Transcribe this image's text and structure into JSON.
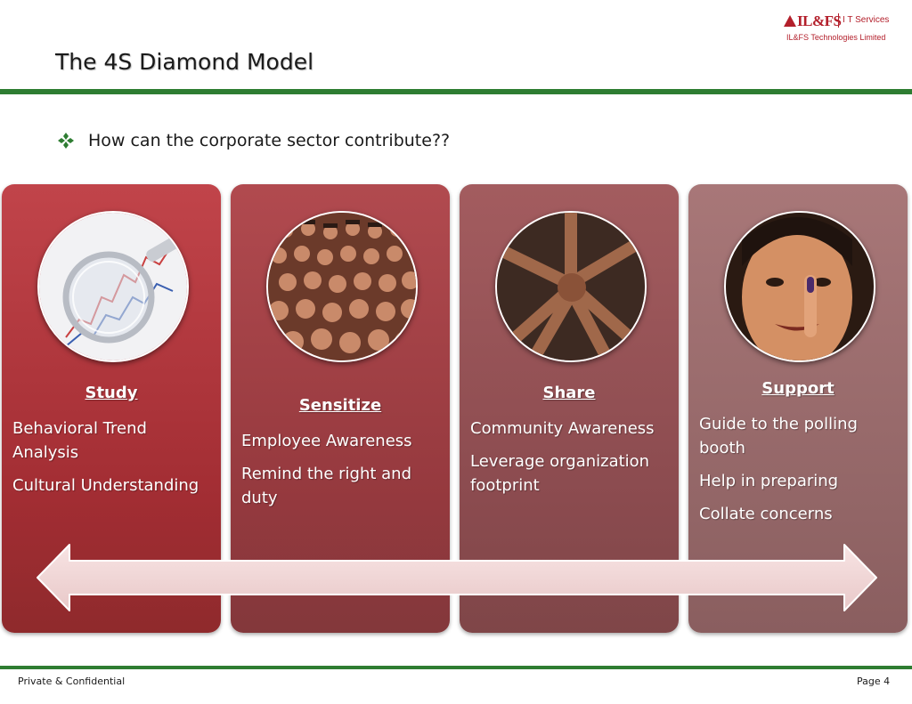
{
  "logo": {
    "mark": "IL&FS",
    "division": "I T Services",
    "company": "IL&FS Technologies Limited",
    "brand_color": "#b31f2b"
  },
  "slide": {
    "title": "The 4S Diamond Model",
    "bullet_icon": "diamond-bullet-icon",
    "bullet": "How can the corporate sector contribute??"
  },
  "panels": [
    {
      "heading": "Study",
      "image": "magnifier-chart-image",
      "lines": [
        "Behavioral Trend Analysis",
        "Cultural Understanding"
      ],
      "color": "#a22d33"
    },
    {
      "heading": "Sensitize",
      "image": "crowd-of-women-image",
      "lines": [
        "Employee Awareness",
        "Remind the right and duty"
      ],
      "color": "#95393e"
    },
    {
      "heading": "Share",
      "image": "joined-hands-image",
      "lines": [
        "Community Awareness",
        "Leverage organization footprint"
      ],
      "color": "#8b4b4f"
    },
    {
      "heading": "Support",
      "image": "inked-finger-voter-image",
      "lines": [
        "Guide to the polling booth",
        "Help in preparing",
        "Collate concerns"
      ],
      "color": "#936667"
    }
  ],
  "footer": {
    "left": "Private & Confidential",
    "right": "Page 4"
  },
  "accent_color": "#2e7d32"
}
